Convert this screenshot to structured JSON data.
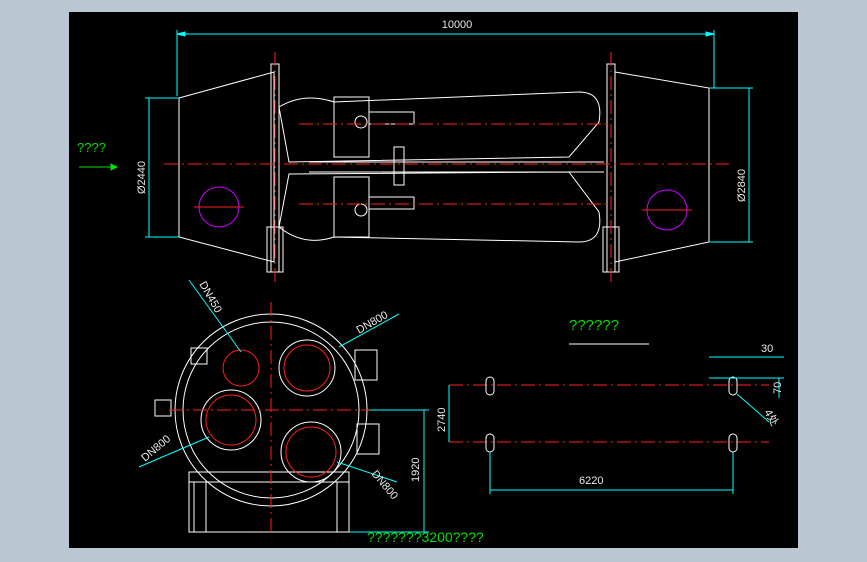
{
  "drawing": {
    "labels": {
      "overall_length": "10000",
      "inlet_diameter": "Ø2440",
      "outlet_diameter": "Ø2840",
      "flow_direction": "????",
      "nozzle_dn450": "DN450",
      "nozzle_dn800_top": "DN800",
      "nozzle_dn800_left": "DN800",
      "nozzle_dn800_bottom": "DN800",
      "height_1920": "1920",
      "foundation_title": "??????",
      "dim_30": "30",
      "dim_70": "70",
      "holes_note": "4处",
      "dim_2740": "2740",
      "dim_6220": "6220",
      "main_title": "???????3200????"
    },
    "colors": {
      "background": "#bcc7d4",
      "sheet": "#000000",
      "outline": "#ffffff",
      "centerline": "#ff2020",
      "dimension": "#00ffff",
      "caption": "#00e000",
      "hatch": "#ff00ff"
    }
  }
}
